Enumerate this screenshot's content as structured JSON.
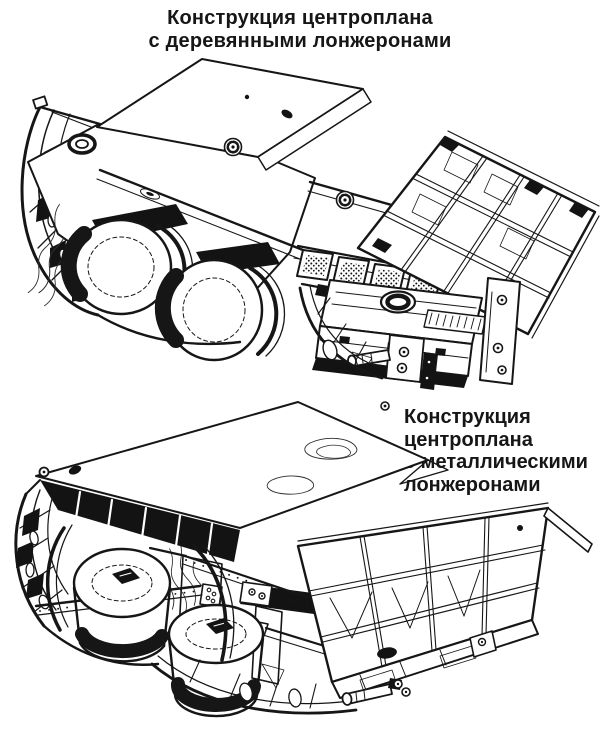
{
  "colors": {
    "background": "#ffffff",
    "ink": "#161616"
  },
  "figures": {
    "wooden": {
      "caption_lines": [
        "Конструкция центроплана",
        "с деревянными лонжеронами"
      ]
    },
    "metal": {
      "caption_lines": [
        "Конструкция",
        "центроплана",
        "с металлическими",
        "лонжеронами"
      ]
    }
  }
}
